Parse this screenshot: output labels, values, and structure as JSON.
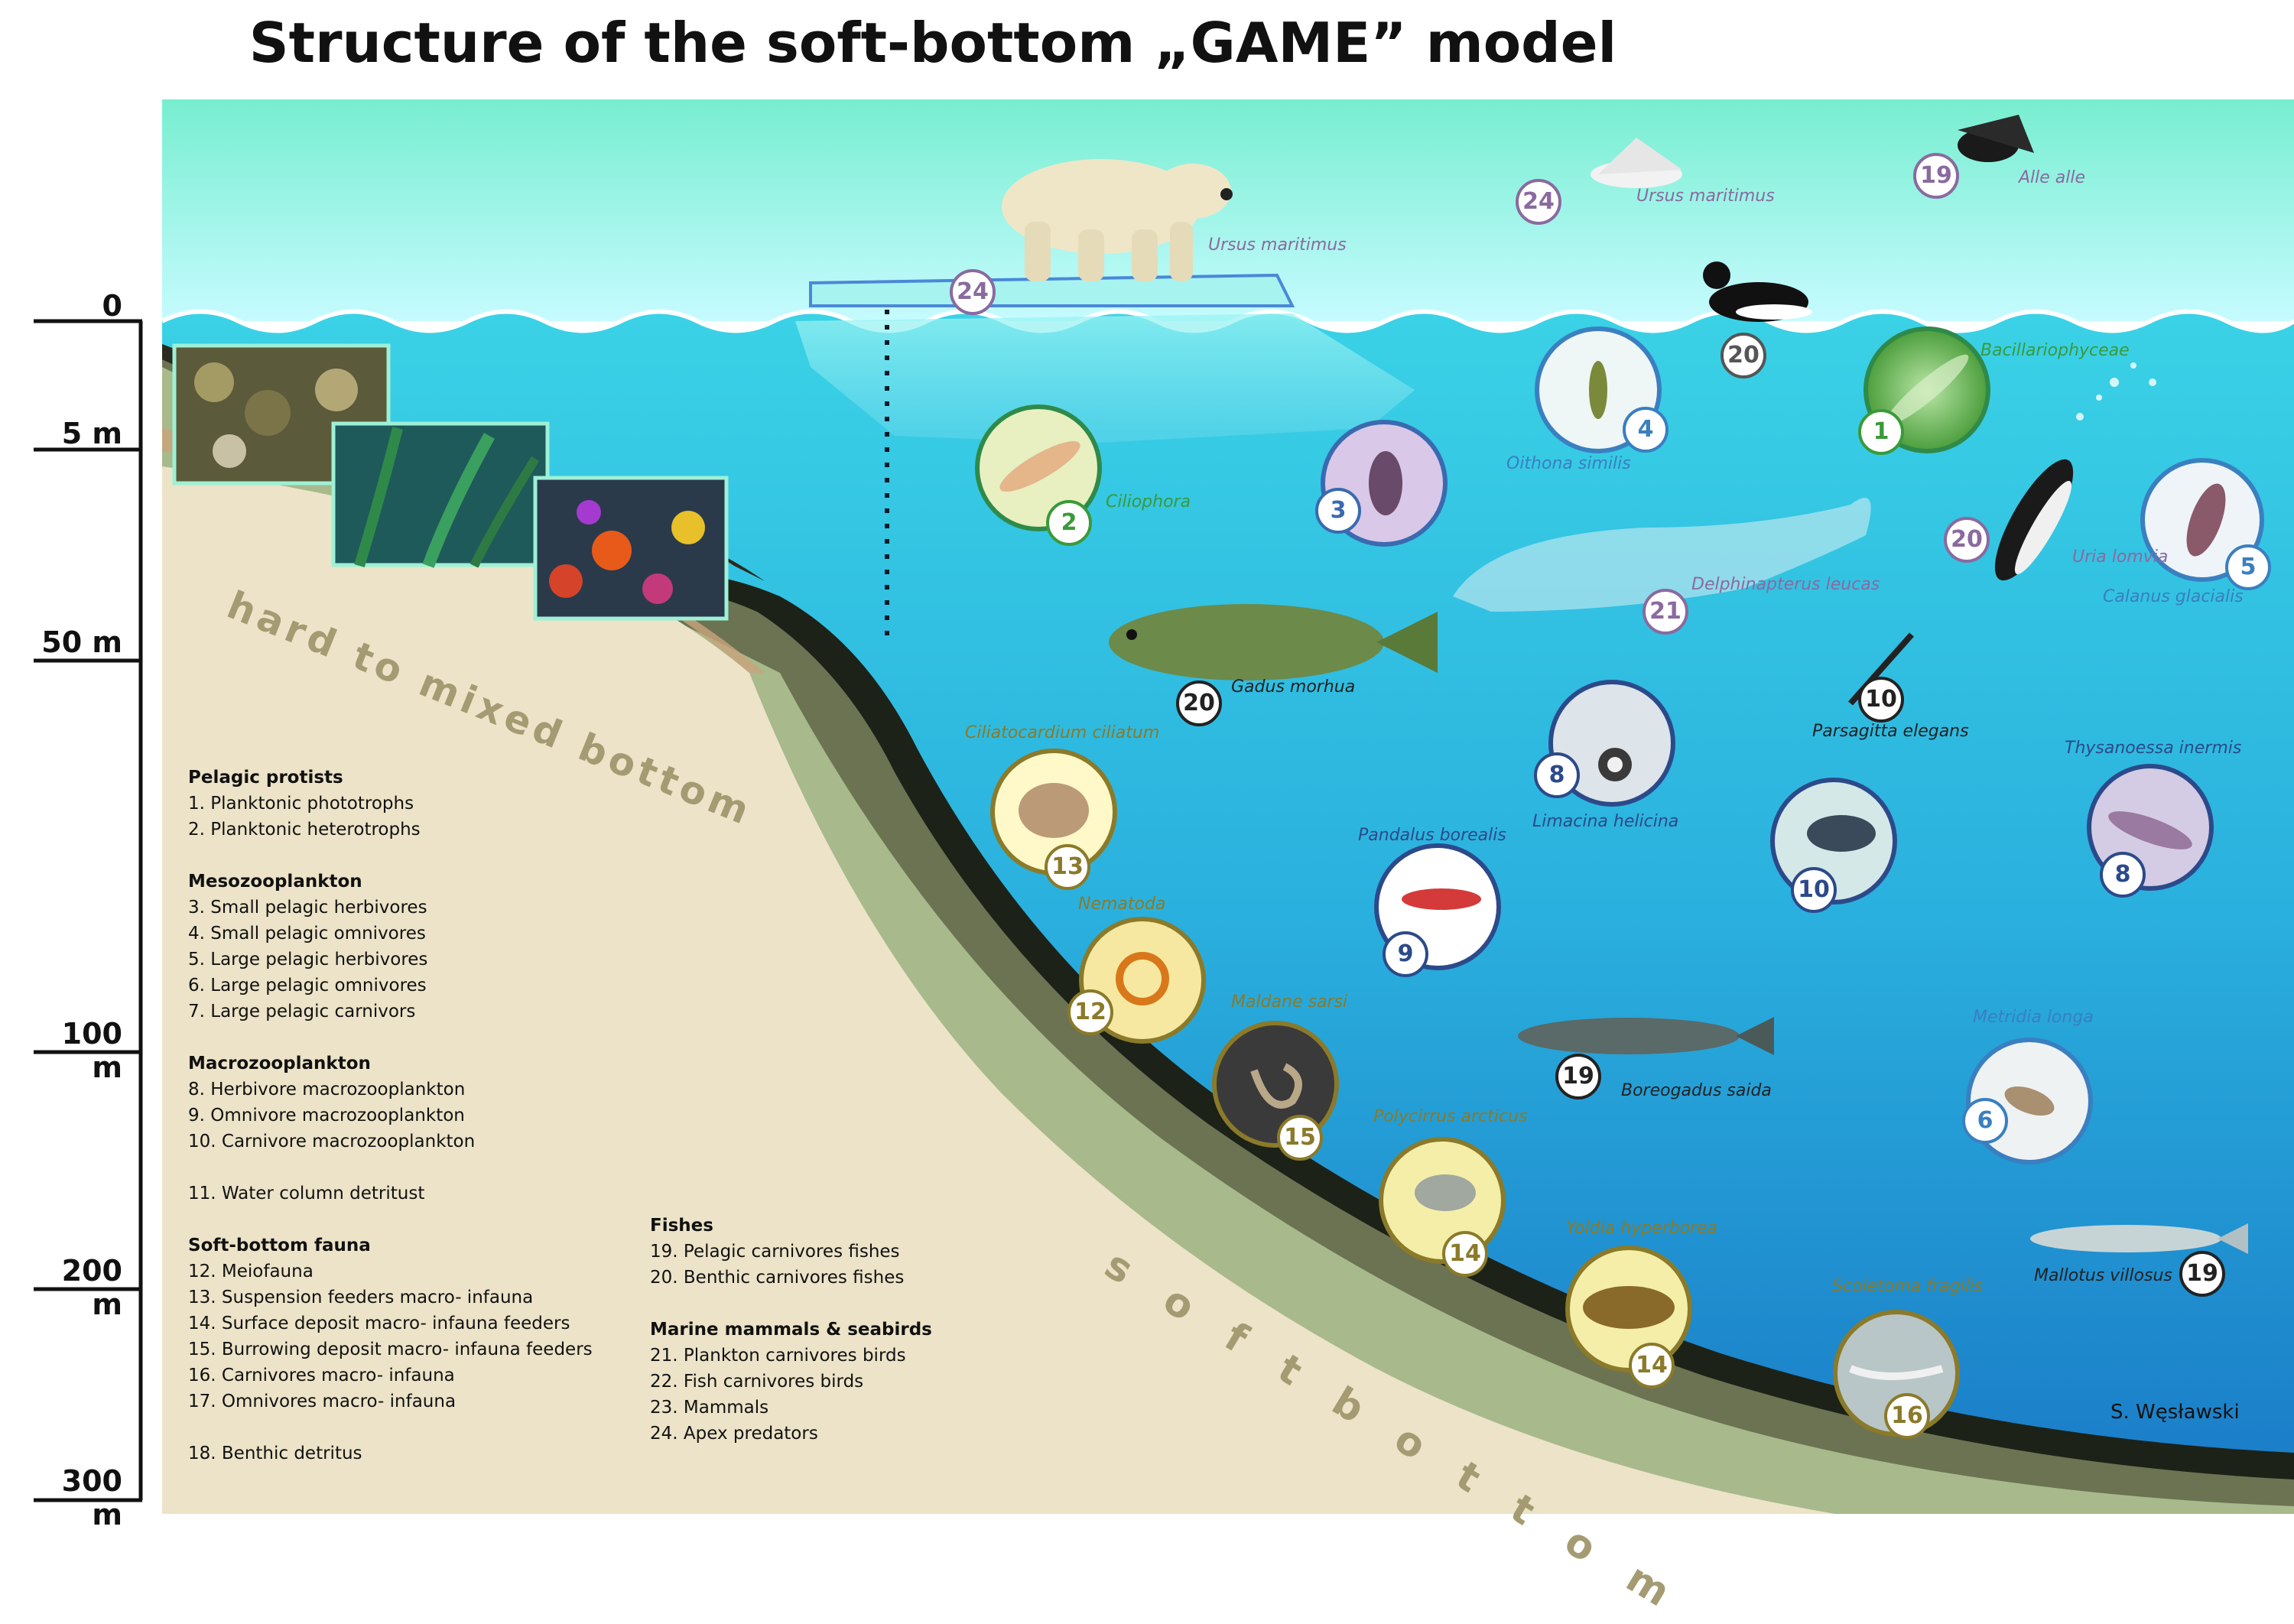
{
  "title": "Structure of the soft-bottom  „GAME” model",
  "depth_axis": [
    "0",
    "5 m",
    "50 m",
    "100 m",
    "200 m",
    "300 m"
  ],
  "zones": {
    "hard": "hard to mixed bottom",
    "soft": "s o f t   b o t t o m"
  },
  "legend_groups": [
    {
      "heading": "Pelagic protists",
      "items": [
        "1. Planktonic phototrophs",
        "2. Planktonic heterotrophs"
      ]
    },
    {
      "heading": "Mesozooplankton",
      "items": [
        "3. Small pelagic herbivores",
        "4. Small pelagic omnivores",
        "5. Large pelagic herbivores",
        "6. Large pelagic omnivores",
        "7. Large pelagic carnivors"
      ]
    },
    {
      "heading": "Macrozooplankton",
      "items": [
        "8. Herbivore macrozooplankton",
        "9. Omnivore macrozooplankton",
        "10. Carnivore macrozooplankton"
      ]
    },
    {
      "heading": "",
      "items": [
        "11. Water column detritust"
      ]
    },
    {
      "heading": "Soft-bottom fauna",
      "items": [
        "12. Meiofauna",
        "13. Suspension feeders macro- infauna",
        "14. Surface deposit macro- infauna feeders",
        "15. Burrowing deposit macro- infauna feeders",
        "16. Carnivores macro- infauna",
        "17. Omnivores macro- infauna"
      ]
    },
    {
      "heading": "",
      "items": [
        "18. Benthic detritus"
      ]
    }
  ],
  "legend_groups_right": [
    {
      "heading": "Fishes",
      "items": [
        "19. Pelagic carnivores fishes",
        "20. Benthic carnivores fishes"
      ]
    },
    {
      "heading": "Marine mammals & seabirds",
      "items": [
        "21. Plankton carnivores birds",
        "22. Fish carnivores birds",
        "23. Mammals",
        "24.  Apex predators"
      ]
    }
  ],
  "organisms": [
    {
      "name": "Ursus maritimus",
      "num": "24",
      "color": "#8a6aa0"
    },
    {
      "name": "Ursus maritimus",
      "num": "24",
      "color": "#8a6aa0"
    },
    {
      "name": "Alle alle",
      "num": "19",
      "color": "#8a6aa0"
    },
    {
      "name": "",
      "num": "20",
      "color": "#555555"
    },
    {
      "name": "Bacillariophyceae",
      "num": "1",
      "color": "#3a9a3a"
    },
    {
      "name": "Oithona similis",
      "num": "4",
      "color": "#3a7fc0"
    },
    {
      "name": "Ciliophora",
      "num": "2",
      "color": "#3a9a3a"
    },
    {
      "name": "",
      "num": "3",
      "color": "#3a6ab0"
    },
    {
      "name": "Uria lomvia",
      "num": "20",
      "color": "#8a6aa0"
    },
    {
      "name": "Calanus glacialis",
      "num": "5",
      "color": "#3a7fc0"
    },
    {
      "name": "Delphinapterus leucas",
      "num": "21",
      "color": "#8a6aa0"
    },
    {
      "name": "Gadus morhua",
      "num": "20",
      "color": "#222222"
    },
    {
      "name": "Parsagitta elegans",
      "num": "10",
      "color": "#222222"
    },
    {
      "name": "Limacina helicina",
      "num": "8",
      "color": "#2c4a8a"
    },
    {
      "name": "Ciliatocardium ciliatum",
      "num": "13",
      "color": "#8a7a2a"
    },
    {
      "name": "Thysanoessa inermis",
      "num": "8",
      "color": "#2c4a8a"
    },
    {
      "name": "",
      "num": "10",
      "color": "#2c4a8a"
    },
    {
      "name": "Pandalus borealis",
      "num": "9",
      "color": "#2c4a8a"
    },
    {
      "name": "Nematoda",
      "num": "12",
      "color": "#8a7a2a"
    },
    {
      "name": "Maldane sarsi",
      "num": "15",
      "color": "#8a7a2a"
    },
    {
      "name": "Boreogadus saida",
      "num": "19",
      "color": "#222222"
    },
    {
      "name": "Metridia longa",
      "num": "6",
      "color": "#3a7fc0"
    },
    {
      "name": "Polycirrus arcticus",
      "num": "14",
      "color": "#8a7a2a"
    },
    {
      "name": "Yoldia hyperborea",
      "num": "14",
      "color": "#8a7a2a"
    },
    {
      "name": "Mallotus villosus",
      "num": "19",
      "color": "#222222"
    },
    {
      "name": "Scoletoma fragilis",
      "num": "16",
      "color": "#8a7a2a"
    }
  ],
  "credit": "S. Węsławski",
  "colors": {
    "sky": "#7ff0d2",
    "water_top": "#3cd6e8",
    "water_bottom": "#1b86d0",
    "seabed": "#ece3c8",
    "soft_band": "#9fb27e",
    "hard_band": "#c9a97e"
  }
}
